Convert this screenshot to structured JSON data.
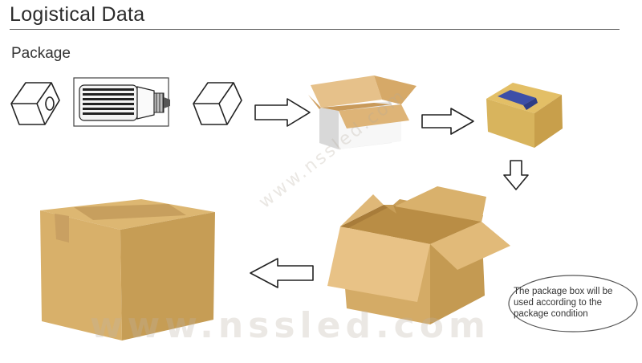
{
  "header": {
    "title": "Logistical Data",
    "subtitle": "Package"
  },
  "note": {
    "text": "The package box will be used according to the package condition"
  },
  "watermark": {
    "text": "www.nssled.com",
    "diagonal_text": "www.nssled.com"
  },
  "colors": {
    "text": "#2b2b2b",
    "cardboard": "#d9b46e",
    "cardboard_dark": "#b98d45",
    "tape_blue": "#3d4fa8",
    "white_box": "#eeeeee"
  },
  "icons": [
    "inner-cube-with-hole-icon",
    "led-corn-bulb-icon",
    "inner-cube-icon",
    "arrow-right-icon",
    "open-white-box-icon",
    "arrow-right-icon",
    "closed-color-box-icon",
    "arrow-down-icon",
    "open-carton-icon",
    "arrow-left-icon",
    "sealed-carton-icon"
  ]
}
